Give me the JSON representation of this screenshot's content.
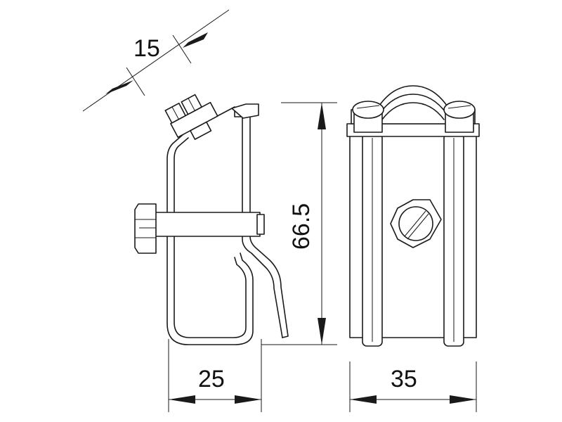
{
  "dimensions": {
    "thickness": "15",
    "height": "66.5",
    "side_width": "25",
    "front_width": "35"
  }
}
